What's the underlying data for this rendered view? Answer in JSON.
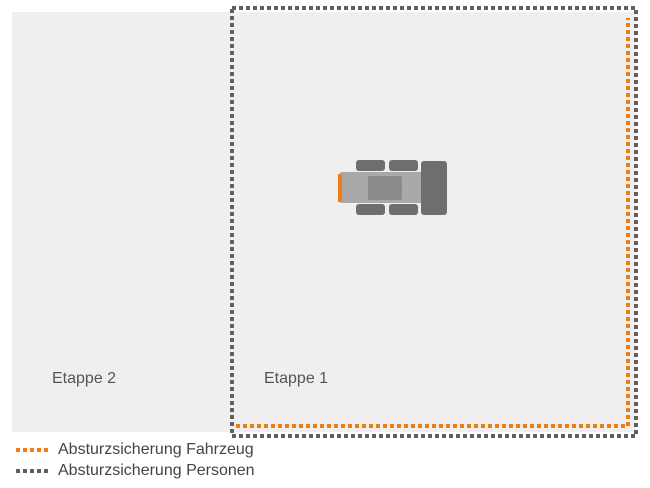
{
  "areas": {
    "stage2_label": "Etappe 2",
    "stage1_label": "Etappe 1"
  },
  "legend": {
    "vehicle": {
      "label": "Absturzsicherung Fahrzeug",
      "color": "#f07d14"
    },
    "persons": {
      "label": "Absturzsicherung Personen",
      "color": "#606060"
    }
  },
  "colors": {
    "area_fill": "#efefef",
    "vehicle_body": "#a9a9a9",
    "vehicle_dark": "#6e6e6e",
    "vehicle_accent": "#f07d14"
  }
}
